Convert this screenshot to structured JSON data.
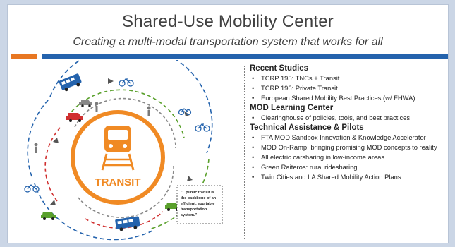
{
  "slide": {
    "title": "Shared-Use Mobility Center",
    "subtitle": "Creating a multi-modal transportation system that works for all"
  },
  "diagram": {
    "hub_label": "TRANSIT",
    "quote": [
      "\"...public transit is",
      "the backbone of an",
      "efficient, equitable",
      "transportation",
      "system.\""
    ],
    "colors": {
      "orange": "#f08a24",
      "blue": "#2463ad",
      "green": "#5aa02c",
      "red": "#d03030",
      "gray": "#7a7a7a"
    },
    "icons": [
      "train-icon",
      "bus-icon",
      "bike-icon",
      "car-icon",
      "person-icon"
    ]
  },
  "sections": [
    {
      "heading": "Recent Studies",
      "items": [
        "TCRP 195: TNCs + Transit",
        "TCRP 196: Private Transit",
        "European Shared Mobility Best Practices (w/ FHWA)"
      ]
    },
    {
      "heading": "MOD Learning Center",
      "items": [
        "Clearinghouse of policies, tools, and best practices"
      ]
    },
    {
      "heading": "Technical Assistance & Pilots",
      "items": [
        "FTA MOD Sandbox Innovation & Knowledge Accelerator",
        "MOD On-Ramp: bringing promising MOD concepts to reality",
        "All electric carsharing in low-income areas",
        "Green Raiteros: rural ridesharing",
        "Twin Cities and LA Shared Mobility Action Plans"
      ]
    }
  ]
}
